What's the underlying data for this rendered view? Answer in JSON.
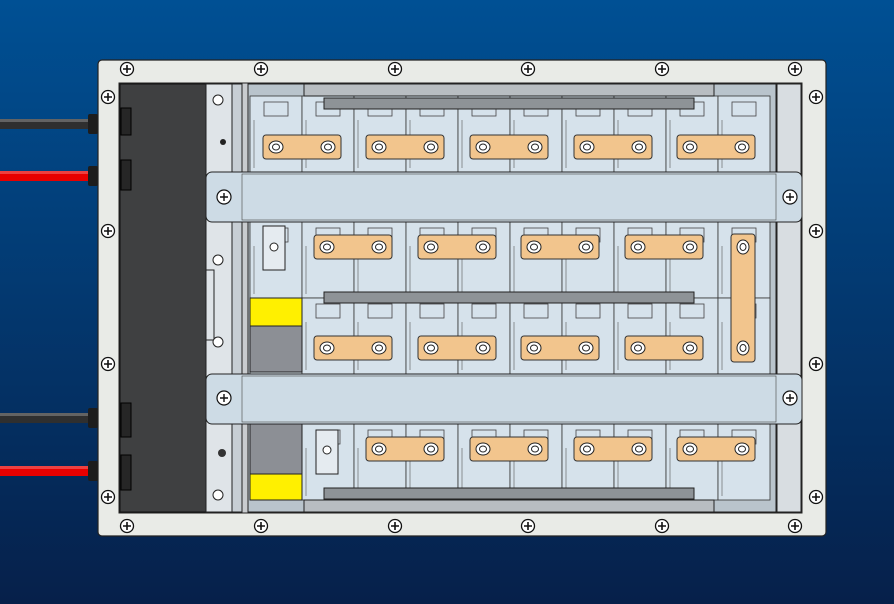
{
  "colors": {
    "background_top": "#005094",
    "background_bottom": "#06204a",
    "enclosure_frame": "#e9ebe7",
    "cell_face": "#d6e2eb",
    "compression_bar": "#cddbe5",
    "busbar": "#f2c58d",
    "connector_block": "#fff000",
    "terminal_block": "#8c8f95",
    "side_panel": "#3f4041",
    "cable_red": "#e80000",
    "cable_black": "#2f2f2f"
  },
  "layout_model": {
    "cell_rows": 4,
    "cells_per_row": 10,
    "busbars": {
      "row1": 5,
      "row2": 4,
      "row3": 4,
      "row4": 4,
      "vertical": 1
    },
    "frame_screws": 20,
    "bar_screws": 4,
    "cables": [
      "black",
      "red",
      "black",
      "red"
    ]
  }
}
